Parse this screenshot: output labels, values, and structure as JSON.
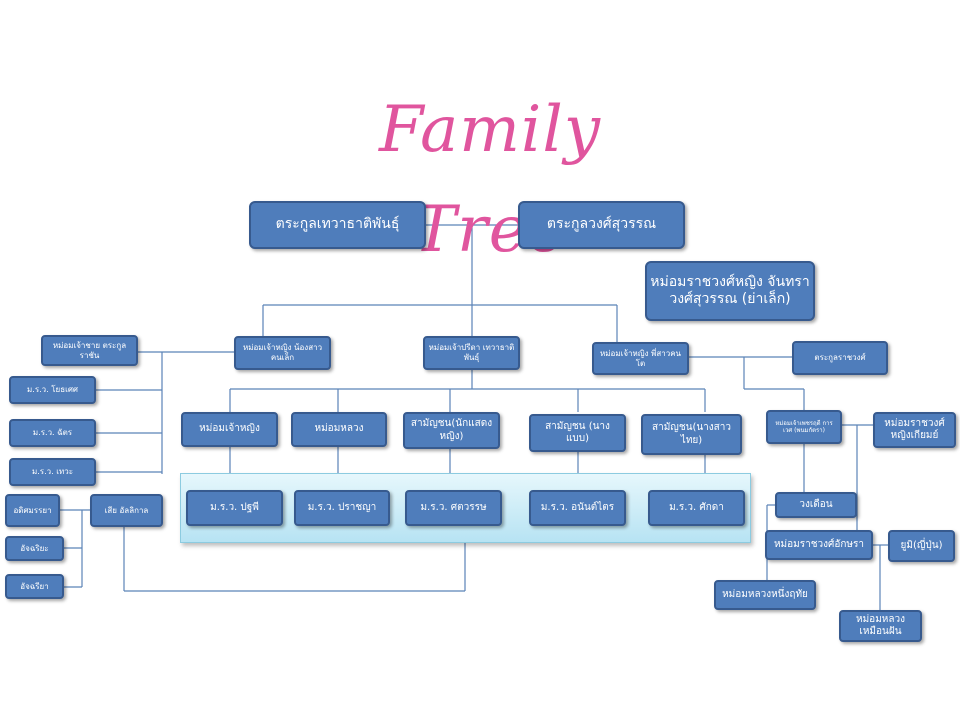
{
  "title": "Family Tree",
  "colors": {
    "node_fill": "#4f7dbb",
    "node_border": "#375a8e",
    "line": "#5b83b8",
    "title": "#e0559e",
    "band": "#b7e3f3"
  },
  "nodes": {
    "top_left": "ตระกูลเทวาธาติพันธุ์",
    "top_right": "ตระกูลวงศ์สุวรรณ",
    "grandmother": "หม่อมราชวงศ์หญิง จันทรา วงศ์สุวรรณ (ย่าเล็ก)",
    "prince_ratchan": "หม่อมเจ้าชาย ตระกูลราชัน",
    "princess_younger_sister": "หม่อมเจ้าหญิง น้องสาวคนเล็ก",
    "princess_consort": "หม่อมเจ้าปรีดา เทวาธาติพันธุ์",
    "princess_elder_sister": "หม่อมเจ้าหญิง พี่สาวคนโต",
    "ratchawong_clan": "ตระกูลราชวงศ์",
    "mr_yodsak": "ม.ร.ว. โยธเศศ",
    "mr_chatchai": "ม.ร.ว. ฉัตร",
    "mr_thewa": "ม.ร.ว. เทวะ",
    "adit": "อดิศมรรยา",
    "sia": "เสีย อัลลิกาล",
    "achira": "อัจฉริยะ",
    "achiraa": "อัจฉรียา",
    "child_princess": "หม่อมเจ้าหญิง",
    "child_mom_luang": "หม่อมหลวง",
    "child_actress": "สามัญชน(นักแสดง หญิง)",
    "child_model": "สามัญชน (นางแบบ)",
    "child_thai_lady": "สามัญชน(นางสาว ไทย)",
    "gc_pruek": "ม.ร.ว. ปฐพี",
    "gc_pratya": "ม.ร.ว. ปราชญา",
    "gc_sawat": "ม.ร.ว. ศตวรรษ",
    "gc_anan": "ม.ร.ว. อนันต์ไตร",
    "gc_sakda": "ม.ร.ว. ศักดา",
    "mrs_prince_small": "หม่อมเจ้าเพชรฤดี การเวศ (พนมกัตรา)",
    "mr_woman_noble": "หม่อมราชวงศ์ หญิงเกียมย์",
    "wongduean": "วงเดือน",
    "mr_akkara": "หม่อมราชวงศ์อักษรา",
    "yumi": "ยูมิ(ญี่ปุ่น)",
    "ml_nueng": "หม่อมหลวงหนึ่งฤทัย",
    "ml_muean": "หม่อมหลวง เหมือนฝัน"
  }
}
